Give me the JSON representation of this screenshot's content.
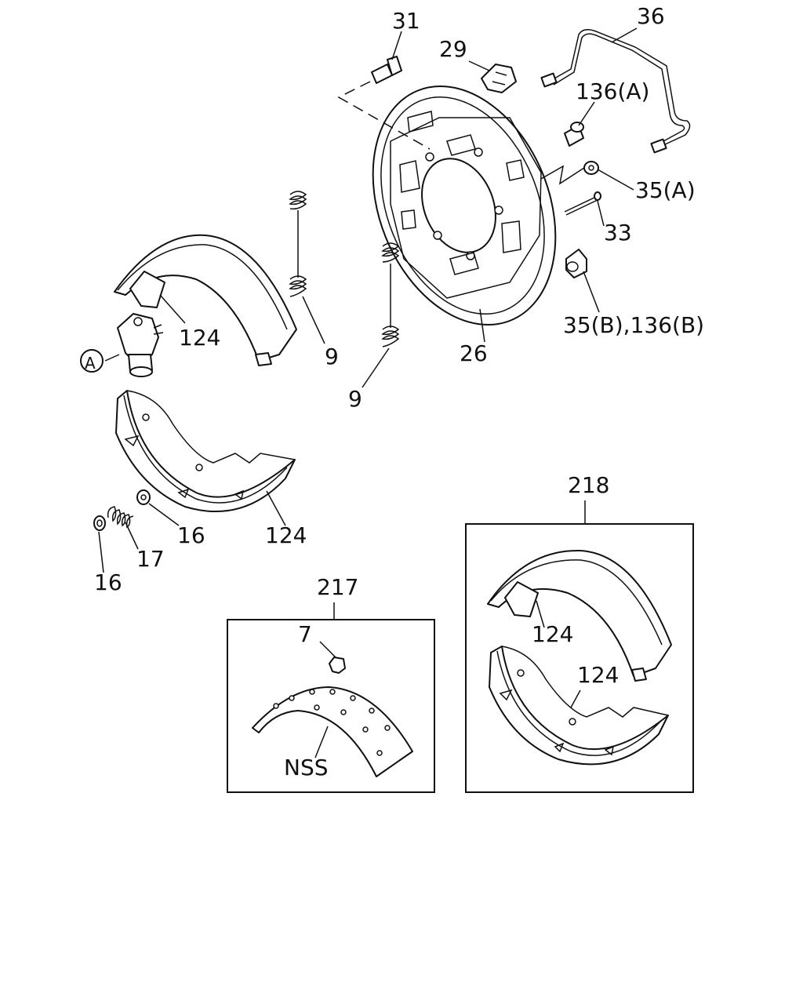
{
  "callouts": {
    "c31": "31",
    "c29": "29",
    "c36": "36",
    "c136a": "136(A)",
    "c35a": "35(A)",
    "c33": "33",
    "c35b136b": "35(B),136(B)",
    "c26": "26",
    "c9_top": "9",
    "c9_mid": "9",
    "c124_upper": "124",
    "c124_lower": "124",
    "cA": "A",
    "c16_right": "16",
    "c17": "17",
    "c16_left": "16",
    "c218": "218",
    "c217": "217",
    "c7": "7",
    "cNSS": "NSS",
    "c124_box_upper": "124",
    "c124_box_lower": "124"
  }
}
